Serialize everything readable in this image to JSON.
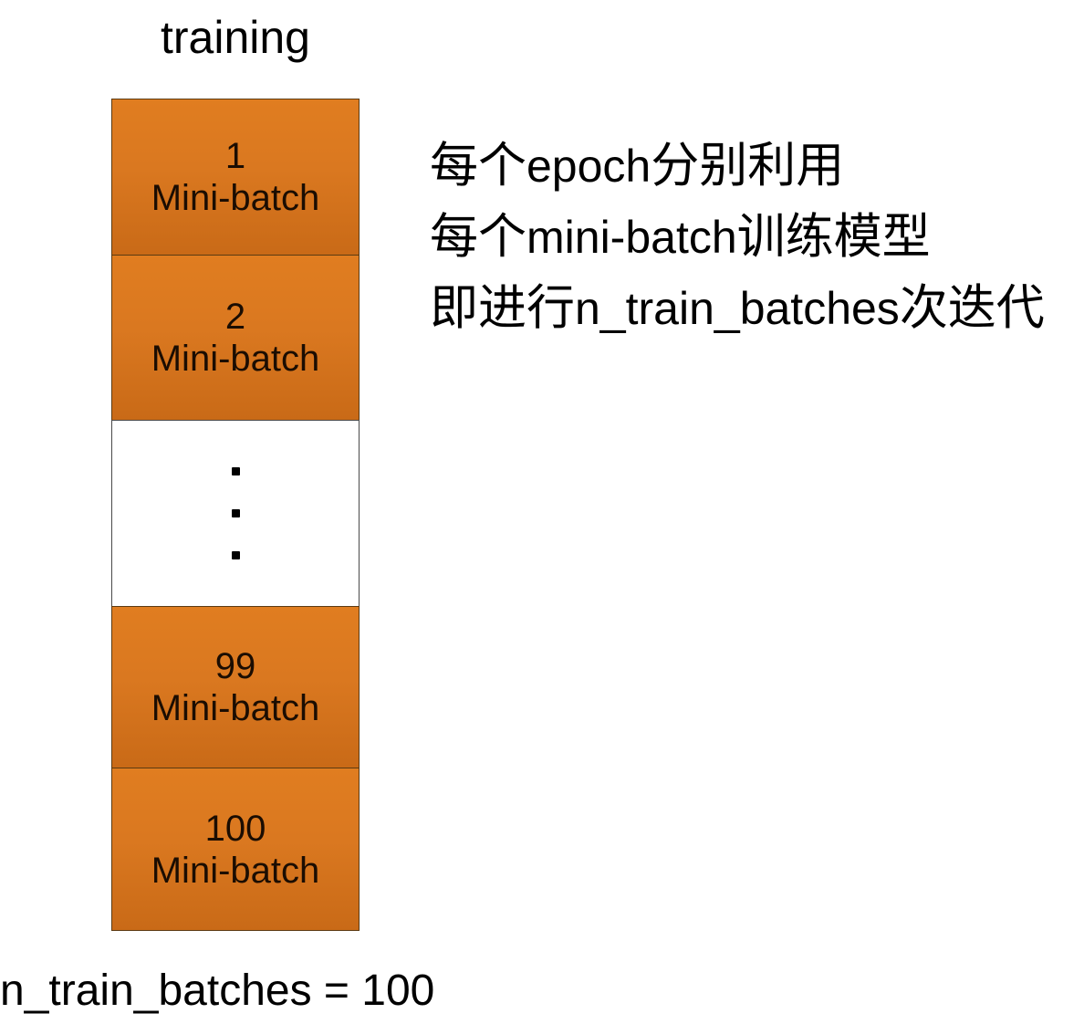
{
  "diagram": {
    "stack_title": "training",
    "caption": "n_train_batches = 100",
    "colors": {
      "box_fill_top": "#e07d20",
      "box_fill_bottom": "#c96a17",
      "box_border": "#5b3a12",
      "ellipsis_border": "#4a4a4a",
      "text": "#000000",
      "background": "#ffffff"
    },
    "batches": [
      {
        "index": "1",
        "label": "Mini-batch",
        "kind": "batch"
      },
      {
        "index": "2",
        "label": "Mini-batch",
        "kind": "batch"
      },
      {
        "index": "",
        "label": "",
        "kind": "ellipsis",
        "dots": 3
      },
      {
        "index": "99",
        "label": "Mini-batch",
        "kind": "batch"
      },
      {
        "index": "100",
        "label": "Mini-batch",
        "kind": "batch"
      }
    ]
  },
  "annotation": {
    "line1_a": "每个",
    "line1_b": "epoch",
    "line1_c": "分别利用",
    "line2_a": "每个",
    "line2_b": "mini-batch",
    "line2_c": "训练模型",
    "line3_a": "即进行",
    "line3_b": "n_train_batches",
    "line3_c": "次迭代"
  }
}
